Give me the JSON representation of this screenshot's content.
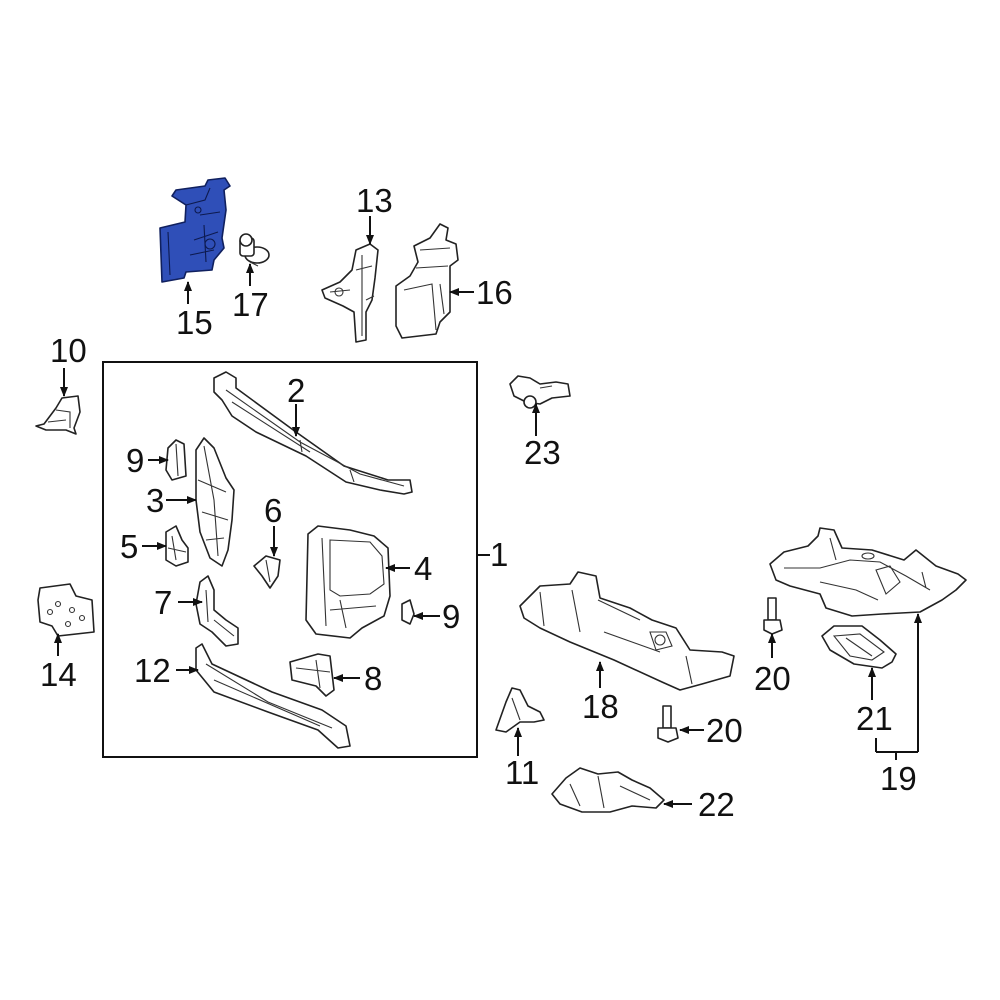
{
  "diagram": {
    "highlight_color": "#2f4fb8",
    "callouts": [
      {
        "id": "c1",
        "text": "1"
      },
      {
        "id": "c2",
        "text": "2"
      },
      {
        "id": "c3",
        "text": "3"
      },
      {
        "id": "c4",
        "text": "4"
      },
      {
        "id": "c5",
        "text": "5"
      },
      {
        "id": "c6",
        "text": "6"
      },
      {
        "id": "c7",
        "text": "7"
      },
      {
        "id": "c8",
        "text": "8"
      },
      {
        "id": "c9a",
        "text": "9"
      },
      {
        "id": "c9b",
        "text": "9"
      },
      {
        "id": "c10",
        "text": "10"
      },
      {
        "id": "c11",
        "text": "11"
      },
      {
        "id": "c12",
        "text": "12"
      },
      {
        "id": "c13",
        "text": "13"
      },
      {
        "id": "c14",
        "text": "14"
      },
      {
        "id": "c15",
        "text": "15"
      },
      {
        "id": "c16",
        "text": "16"
      },
      {
        "id": "c17",
        "text": "17"
      },
      {
        "id": "c18",
        "text": "18"
      },
      {
        "id": "c19",
        "text": "19"
      },
      {
        "id": "c20a",
        "text": "20"
      },
      {
        "id": "c20b",
        "text": "20"
      },
      {
        "id": "c21",
        "text": "21"
      },
      {
        "id": "c22",
        "text": "22"
      },
      {
        "id": "c23",
        "text": "23"
      }
    ]
  }
}
